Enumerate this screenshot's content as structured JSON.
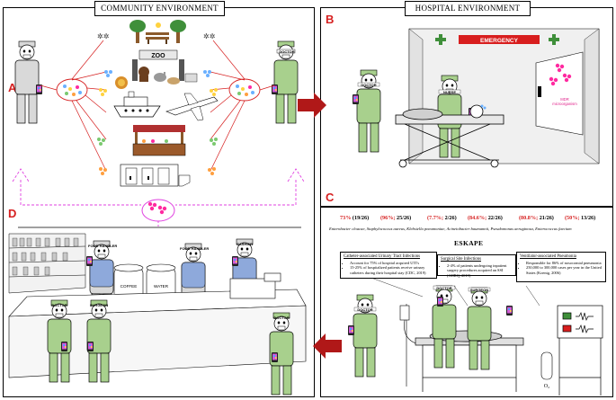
{
  "headers": {
    "community": "COMMUNITY ENVIRONMENT",
    "hospital": "HOSPITAL ENVIRONMENT"
  },
  "panel_labels": {
    "a": "A",
    "b": "B",
    "c": "C",
    "d": "D"
  },
  "signs": {
    "zoo": "ZOO",
    "emergency": "EMERGENCY",
    "mdr": "MDR\nmicroorganism",
    "coffee": "COFFEE",
    "water": "WATER",
    "o2": "O₂"
  },
  "badges": {
    "doctor": "DOCTOR",
    "nurse": "NURSE",
    "surgeon": "SURGEON",
    "food_handler": "FOOD HANDLER",
    "cashier": "CASHIER"
  },
  "eskape": {
    "stats": [
      {
        "pct": "73%",
        "count": " (19/26)"
      },
      {
        "pct": "(96%;",
        "count": " 25/26)"
      },
      {
        "pct": "(7.7%;",
        "count": " 2/26)"
      },
      {
        "pct": "(84.6%;",
        "count": " 22/26)"
      },
      {
        "pct": "(80.8%;",
        "count": " 21/26)"
      },
      {
        "pct": "(50%;",
        "count": " 13/26)"
      }
    ],
    "organisms": "Enterobacter cloacae, Staphylococcus aureus, Klebsiella pneumoniae, Acinetobacter baumannii, Pseudomonas aeruginosa, Enterococcus faecium",
    "title": "ESKAPE"
  },
  "infection_boxes": [
    {
      "title": "Catheter-associated Urinary Tract Infections",
      "bullets": [
        "Account for 75% of hospital acquired UTI's",
        "15-25% of hospitalized patients receive urinary catheters during their hospital stay (CDC, 2019)"
      ]
    },
    {
      "title": "Surgical Site Infections",
      "bullets": [
        "2-4% of patients undergoing inpatient surgery procedures acquired an SSI (AHRQ, 2019)"
      ]
    },
    {
      "title": "Ventilator-associated Pneumonia",
      "bullets": [
        "Responsible for 86% of nosocomial pneumonia",
        "250,000 to 300,000 cases per year in the United States (Koenig, 2006)"
      ]
    }
  ],
  "colors": {
    "red_label": "#d62020",
    "arrow_red": "#b01818",
    "dashed_magenta": "#e040e0",
    "staff_green": "#a8d08d",
    "mdr_pink": "#ff2aa0",
    "emergency_red": "#d81e1e"
  }
}
